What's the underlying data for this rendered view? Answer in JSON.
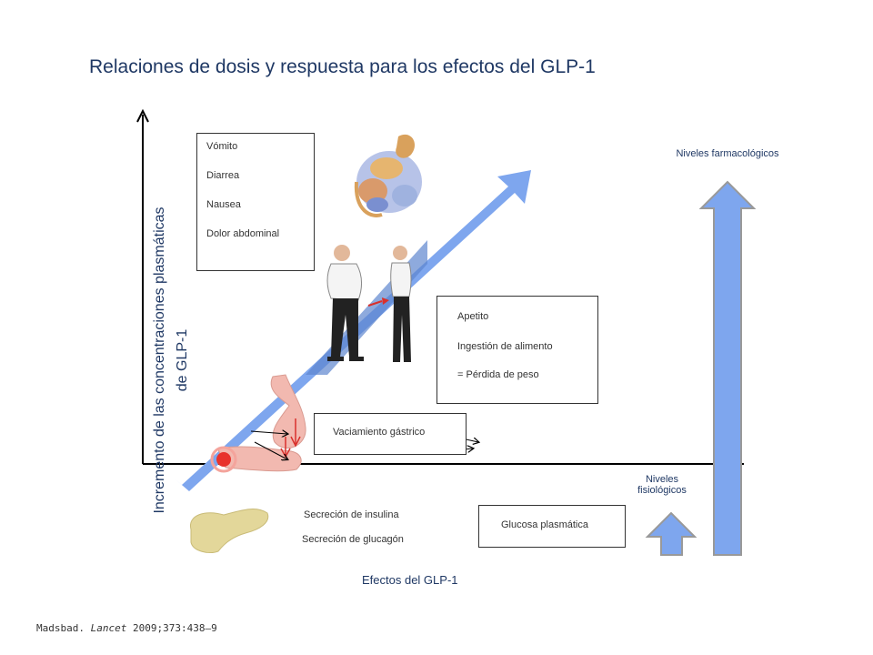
{
  "title": "Relaciones de dosis y respuesta para los efectos del GLP-1",
  "axes": {
    "y_label_line1": "Incremento de las concentraciones plasmáticas",
    "y_label_line2": "de GLP-1",
    "x_label": "Efectos del GLP-1"
  },
  "adverse_box": {
    "items": [
      "Vómito",
      "Diarrea",
      "Nausea",
      "Dolor abdominal"
    ]
  },
  "appetite_box": {
    "items": [
      "Apetito",
      "Ingestión de alimento",
      "= Pérdida de peso"
    ]
  },
  "gastric_box": {
    "label": "Vaciamiento gástrico"
  },
  "glucose_box": {
    "label": "Glucosa plasmática"
  },
  "insulin_label": "Secreción de insulina",
  "glucagon_label": "Secreción de glucagón",
  "levels": {
    "pharmacological": "Niveles farmacológicos",
    "physiological": "Niveles fisiológicos"
  },
  "citation": {
    "author": "Madsbad.",
    "journal": "Lancet",
    "ref": "2009;373:438–9"
  },
  "colors": {
    "arrow_blue": "#7ea6ee",
    "title_blue": "#1f3864",
    "down_red": "#d9302c",
    "pancreas": "#e3d79a",
    "stomach_pink": "#f2b9b0"
  }
}
